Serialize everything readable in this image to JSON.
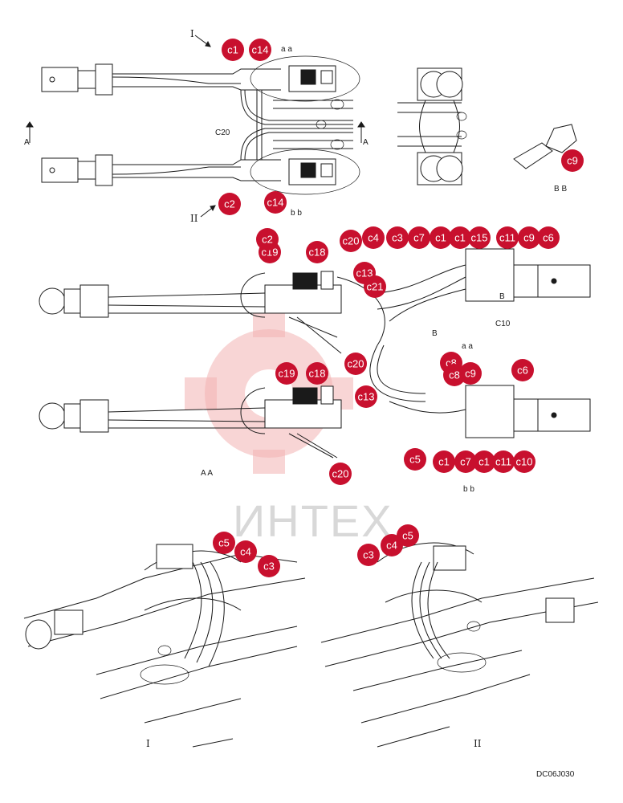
{
  "watermark": {
    "text": "ИНТЕХ",
    "gear_color": "#f2b3b3"
  },
  "callout_color": "#c8102e",
  "callouts": [
    "c1",
    "c14",
    "c2",
    "c14",
    "c9",
    "c20",
    "c4",
    "c3",
    "c7",
    "c1",
    "c1",
    "c15",
    "c11",
    "c9",
    "c6",
    "c19",
    "c18",
    "c13",
    "c21",
    "c2",
    "c19",
    "c18",
    "c20",
    "c13",
    "c20",
    "c8",
    "c8",
    "c9",
    "c6",
    "c5",
    "c1",
    "c7",
    "c1",
    "c11",
    "c10",
    "c5",
    "c4",
    "c3",
    "c3",
    "c4",
    "c5"
  ],
  "labels": {
    "view_I": "I",
    "view_II": "II",
    "aa_top": "a a",
    "bb_top": "b b",
    "A_left": "A",
    "A_right": "A",
    "c20_small": "C20",
    "BB": "B B",
    "AA": "A A",
    "aa_mid": "a a",
    "bb_mid": "b b",
    "B_arrow_1": "B",
    "B_arrow_2": "B",
    "c10_small": "C10",
    "I_bottom": "I",
    "II_bottom": "II",
    "code": "DC06J030"
  }
}
